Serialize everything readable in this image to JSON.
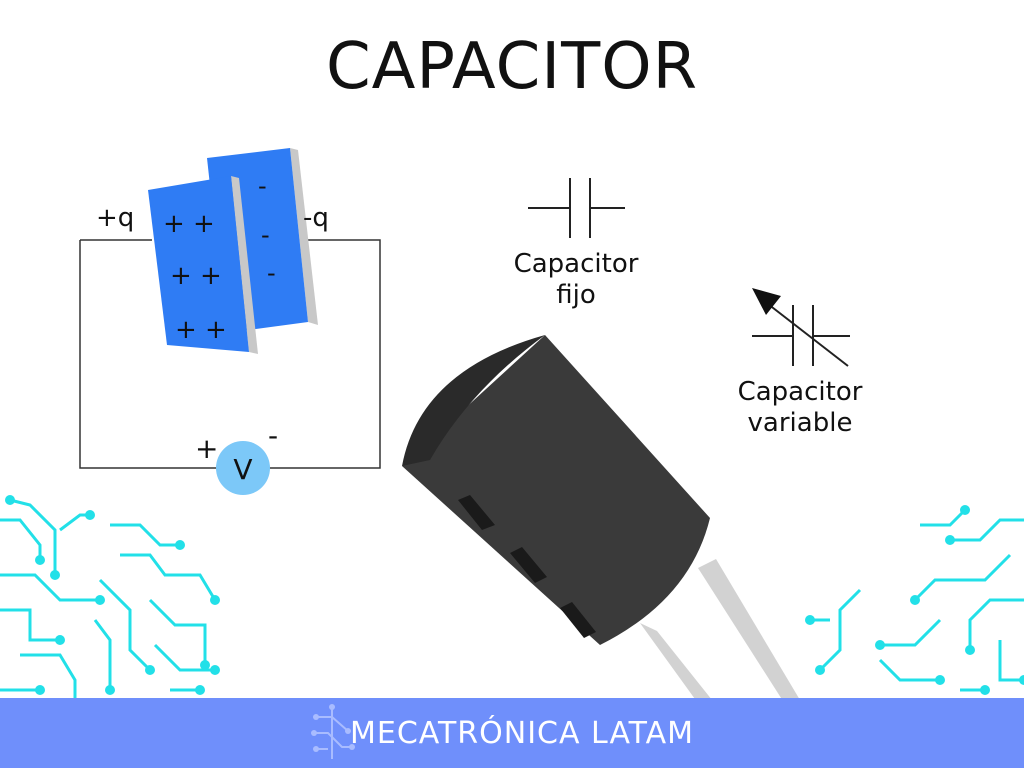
{
  "title": "CAPACITOR",
  "plates": {
    "pos_charge": "+q",
    "neg_charge": "-q",
    "pos_rows": [
      "+ +",
      "+ +",
      "+ +"
    ],
    "neg_rows": [
      "-",
      "-",
      "-"
    ]
  },
  "voltmeter": {
    "symbol": "V",
    "plus": "+",
    "minus": "-"
  },
  "fixed_symbol": {
    "line1": "Capacitor",
    "line2": "fijo"
  },
  "variable_symbol": {
    "line1": "Capacitor",
    "line2": "variable"
  },
  "footer": {
    "brand": "MECATRÓNICA LATAM"
  },
  "colors": {
    "plate_blue": "#2f7cf4",
    "plate_edge": "#c8c8c8",
    "voltmeter": "#7cc8f8",
    "capacitor_body": "#3a3a3a",
    "circuit_cyan": "#22e0e8",
    "footer_bg": "#6f8ffb"
  }
}
